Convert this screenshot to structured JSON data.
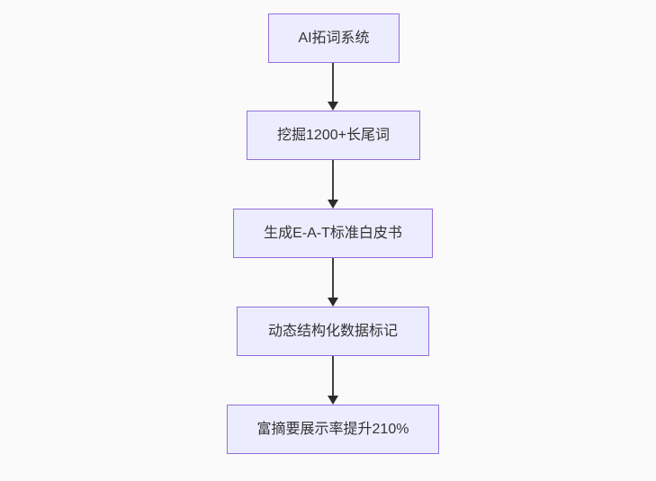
{
  "page": {
    "background_color": "#fafafa"
  },
  "diagram": {
    "type": "flowchart",
    "direction": "top-to-bottom",
    "style": {
      "node_fill": "#ececff",
      "node_border": "#9370db",
      "text_color": "#333333",
      "arrow_color": "#404040"
    },
    "nodes": [
      {
        "label": "AI拓词系统"
      },
      {
        "label": "挖掘1200+长尾词"
      },
      {
        "label": "生成E-A-T标准白皮书"
      },
      {
        "label": "动态结构化数据标记"
      },
      {
        "label": "富摘要展示率提升210%"
      }
    ],
    "edges": [
      {
        "from": 0,
        "to": 1,
        "arrow": "down"
      },
      {
        "from": 1,
        "to": 2,
        "arrow": "down"
      },
      {
        "from": 2,
        "to": 3,
        "arrow": "down"
      },
      {
        "from": 3,
        "to": 4,
        "arrow": "down"
      }
    ]
  }
}
